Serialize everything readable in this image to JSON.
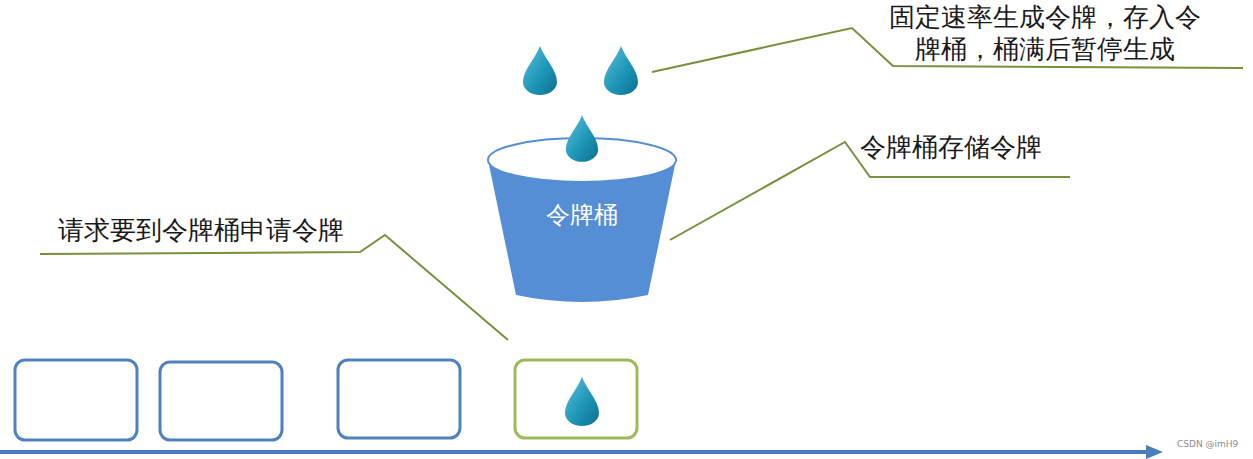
{
  "diagram": {
    "nodes": [
      {
        "text": [
          "令牌桶"
        ]
      }
    ],
    "labels": [
      "固定速率生成令牌，存入令 牌桶，桶满后暂停生成",
      "令牌桶存储令牌",
      "请求要到令牌桶申请令牌",
      "CSDN @imH9"
    ]
  }
}
